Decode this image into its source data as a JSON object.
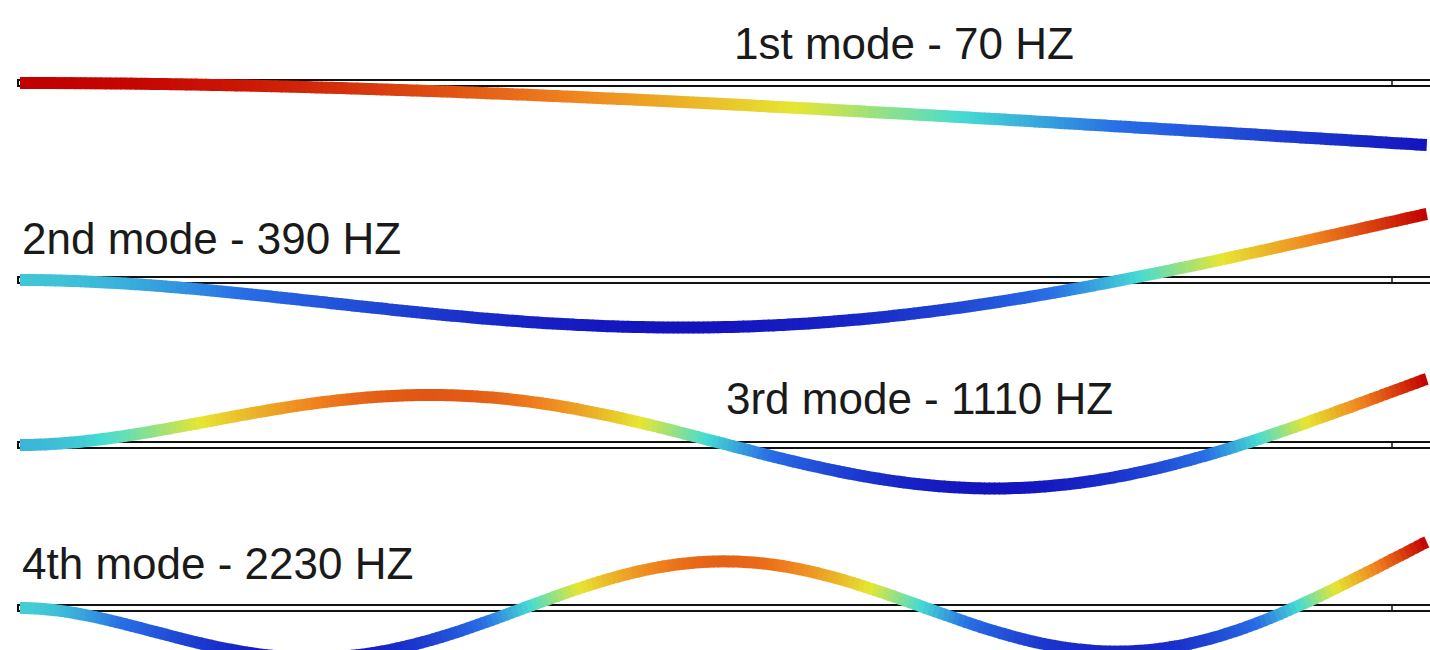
{
  "diagram": {
    "labels": [
      "1st mode - 70 HZ",
      "2nd mode - 390 HZ",
      "3rd mode - 1110 HZ",
      "4th mode - 2230 HZ"
    ]
  }
}
